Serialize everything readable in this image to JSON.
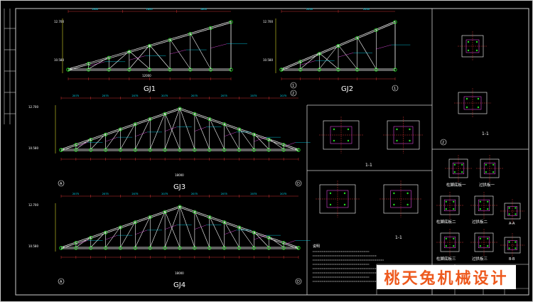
{
  "drawings": {
    "gj1": {
      "title": "GJ1",
      "span": "12000",
      "top_bays": [
        "1800",
        "1800",
        "1800"
      ]
    },
    "gj2": {
      "title": "GJ2",
      "top_bays": [
        "2400",
        "2400"
      ]
    },
    "gj3": {
      "title": "GJ3",
      "span": "18000",
      "top_bays": [
        "2075",
        "2075",
        "2075",
        "2075",
        "2075",
        "2075",
        "2075",
        "2075"
      ]
    },
    "gj4": {
      "title": "GJ4",
      "span": "18000",
      "top_bays": [
        "2075",
        "2075",
        "2075",
        "2075",
        "2075",
        "2075",
        "2075",
        "2075"
      ]
    }
  },
  "elevations": {
    "top": "12.700",
    "bottom": "10.580"
  },
  "axes": {
    "a": "A",
    "d": "D",
    "one": "1",
    "two": "2"
  },
  "sections": {
    "s1": "1-1",
    "s2": "1-1",
    "s3": "1-1",
    "s4": "2",
    "aa": "A-A",
    "bb": "B-B"
  },
  "details": {
    "d1": "柱脚底板一",
    "d2": "过拱板一",
    "d3": "柱脚底板二",
    "d4": "过拱板二",
    "d5": "柱脚底板三",
    "d6": "过拱板三"
  },
  "notes_heading": "说明",
  "watermark": "桃天兔机械设计",
  "colors": {
    "line": "#ffffff",
    "dim": "#ff3b3b",
    "text": "#00e5ff",
    "green": "#22dd22",
    "magenta": "#ff55ff",
    "yellow": "#ffff33",
    "orange": "#ee5a1e"
  }
}
